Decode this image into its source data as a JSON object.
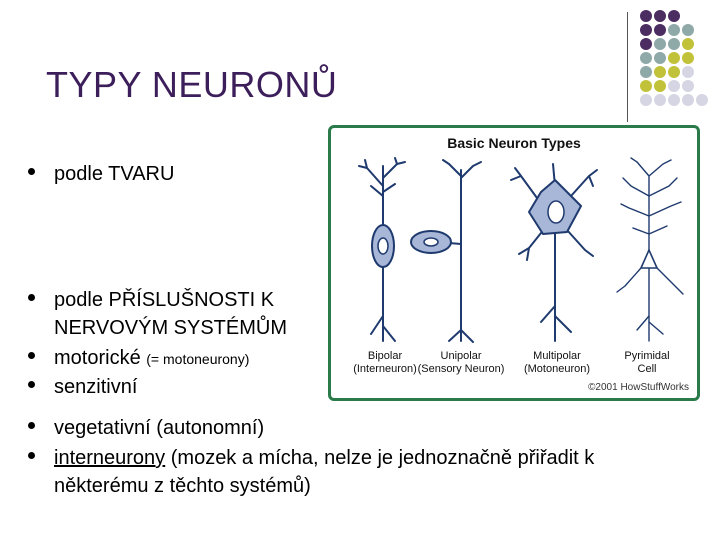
{
  "title": "TYPY NEURONŮ",
  "bullets": {
    "b1": "podle TVARU",
    "b2_line1": "podle PŘÍSLUŠNOSTI K",
    "b2_line2": "NERVOVÝM SYSTÉMŮM",
    "b3_main": "motorické",
    "b3_small": "(= motoneurony)",
    "b4": "senzitivní",
    "b5": "vegetativní (autonomní)",
    "b6_link": "interneurony",
    "b6_rest": " (mozek a mícha, nelze je jednoznačně přiřadit k",
    "b6_line2": "některému z těchto systémů)"
  },
  "figure": {
    "title": "Basic Neuron Types",
    "labels": [
      {
        "l1": "Bipolar",
        "l2": "(Interneuron)"
      },
      {
        "l1": "Unipolar",
        "l2": "(Sensory Neuron)"
      },
      {
        "l1": "Multipolar",
        "l2": "(Motoneuron)"
      },
      {
        "l1": "Pyrimidal",
        "l2": "Cell"
      }
    ],
    "copyright": "©2001 HowStuffWorks"
  },
  "colors": {
    "title": "#3c1e5a",
    "dot_purple": "#4b2d62",
    "dot_teal": "#8fa8a8",
    "dot_olive": "#c2c23a",
    "dot_light": "#d5d5e3",
    "frame": "#2a7a4a",
    "neuron": "#1f3a6e",
    "soma_fill": "#a8b7d8"
  }
}
